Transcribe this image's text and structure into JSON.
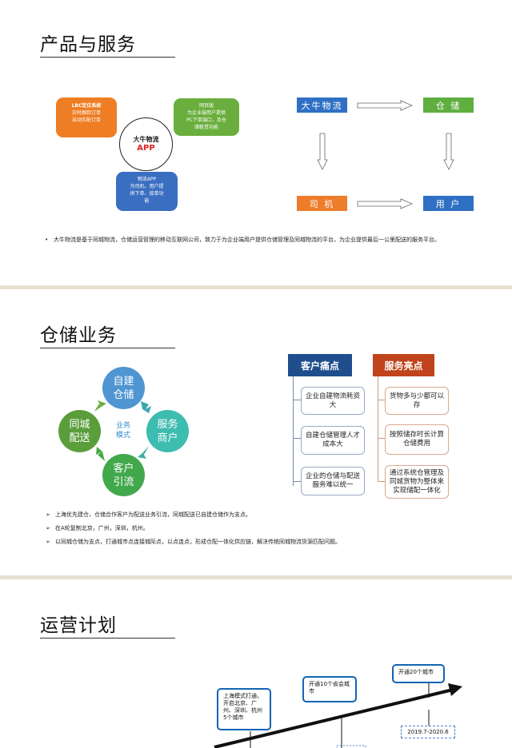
{
  "slide1": {
    "title": "产品与服务",
    "center_name": "大牛物流",
    "center_app": "APP",
    "lbc_box": {
      "title": "LBC定位系统",
      "lines": [
        "实时跟踪订单",
        "自动匹配订单"
      ]
    },
    "web_box": {
      "title": "网页版",
      "lines": [
        "为企业端用户提供",
        "PC下单端口，及仓",
        "储租赁功能"
      ]
    },
    "app_box": {
      "title": "物流APP",
      "lines": [
        "为司机、用户提",
        "供下单、接单功",
        "能"
      ]
    },
    "flow": {
      "dnwl": "大牛物流",
      "warehouse": "仓 储",
      "driver": "司 机",
      "user": "用 户"
    },
    "bullet": "大牛物流是基于同城物流，仓储运营管理的移动互联网公司，致力于为企业端用户提供仓储管理及同城物流的平台，为企业提供最后一公里配送的服务平台。"
  },
  "slide2": {
    "title": "仓储业务",
    "center_label": "业务\n模式",
    "circles": {
      "top": "自建\n仓储",
      "right": "服务\n商户",
      "bottom": "客户\n引流",
      "left": "同城\n配送"
    },
    "pain_header": "客户痛点",
    "pain_items": [
      "企业自建物流耗资大",
      "自建仓储管理人才成本大",
      "企业的仓储与配送服务难以统一"
    ],
    "highlight_header": "服务亮点",
    "highlight_items": [
      "货物多与少都可以存",
      "按照储存时长计算仓储费用",
      "通过系统仓管理及同城货物为整体来实现储配一体化"
    ],
    "bullets": [
      "上海优先建仓，仓储合作客户为配送业务引流，同城配送已自建仓储作为支点。",
      "在A轮复制北京，广州，深圳，杭州。",
      "以同城仓储为支点，打通城市点连接城际点，以点连点，形成仓配一体化供应链，解决传统同城物流货源匹配问题。"
    ]
  },
  "slide3": {
    "title": "运营计划",
    "callouts": [
      "上海模式打通，开启北京、广州、深圳、杭州5个城市",
      "开通10个省会城市",
      "开通20个城市"
    ],
    "date_label": "2019.7-2020.6"
  },
  "colors": {
    "orange": "#ee7d23",
    "green": "#6aaf3d",
    "blue": "#3a6ec1",
    "flow_blue": "#2f70c4",
    "flow_green": "#5fae3f",
    "flow_orange": "#ee7d2b",
    "navy": "#1f4e8c",
    "rust": "#c0431b",
    "c_blue": "#4f95d2",
    "c_teal": "#3dbcb0",
    "c_green": "#42a84c",
    "c_darkgreen": "#5a9e3c"
  }
}
